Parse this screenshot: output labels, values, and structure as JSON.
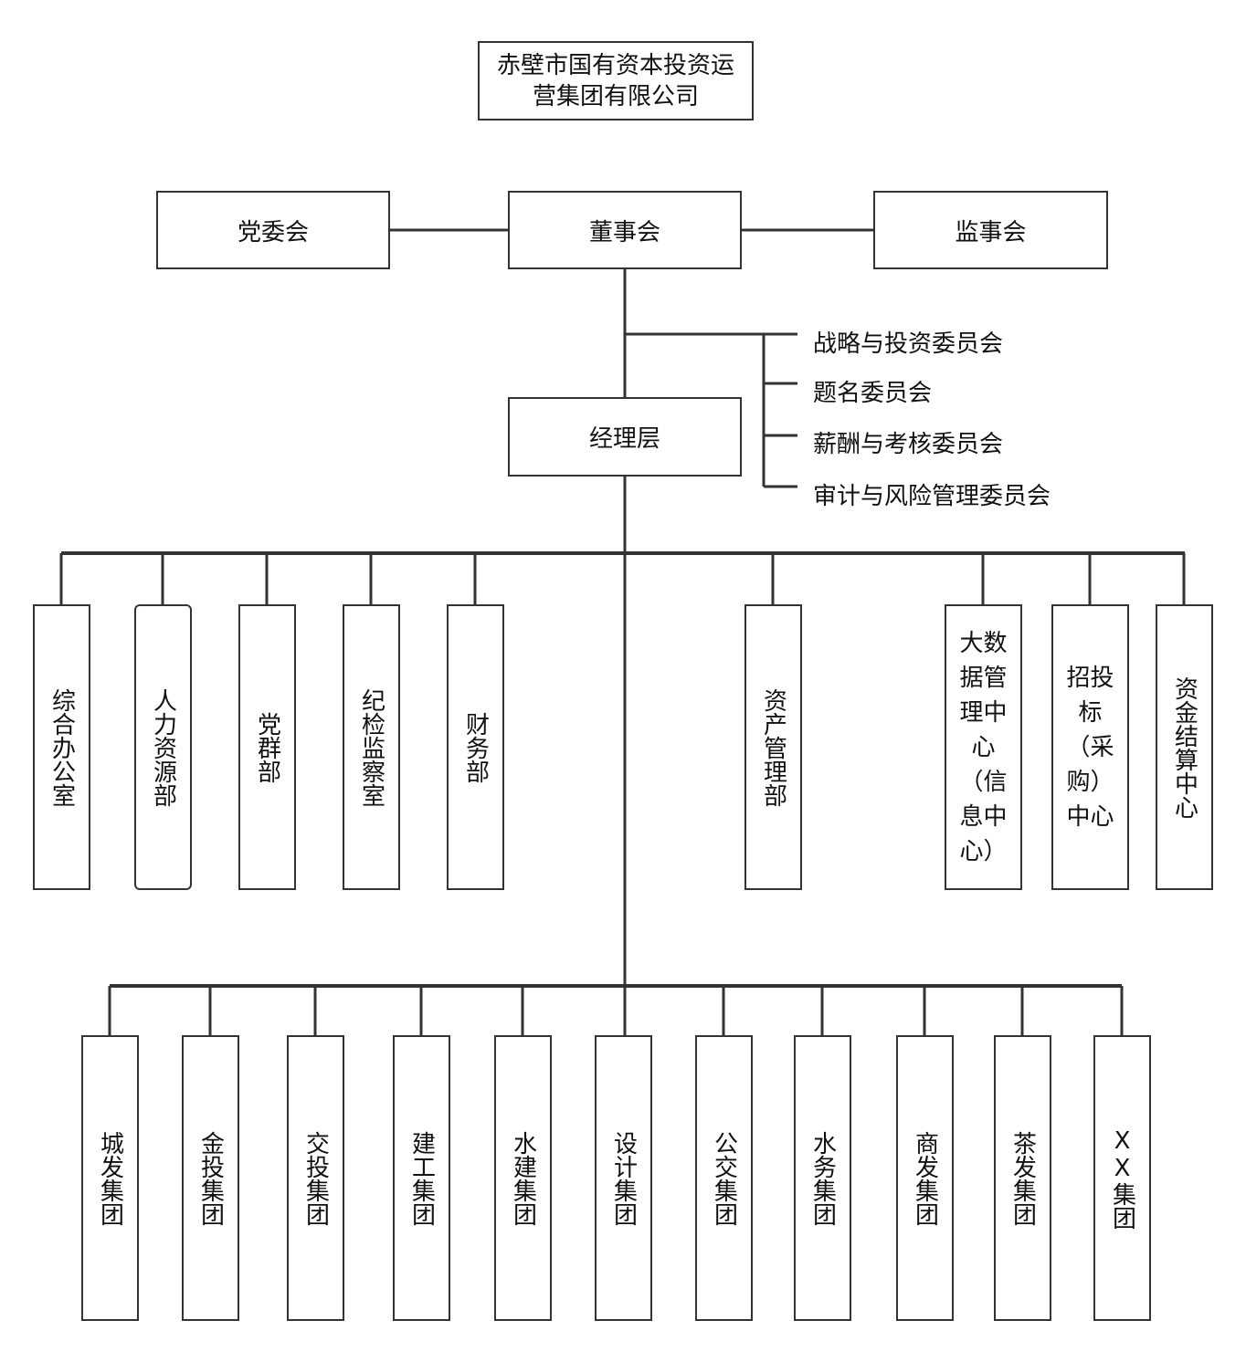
{
  "title": "赤壁市国有资本投资运\n营集团有限公司",
  "top_row": {
    "party": "党委会",
    "board": "董事会",
    "supervisory": "监事会"
  },
  "committees": [
    "战略与投资委员会",
    "题名委员会",
    "薪酬与考核委员会",
    "审计与风险管理委员会"
  ],
  "management": "经理层",
  "departments": [
    "综合办公室",
    "人力资源部",
    "党群部",
    "纪检监察室",
    "财务部",
    "资产管理部"
  ],
  "centers": {
    "bigdata": [
      "大数",
      "据管",
      "理中",
      "心",
      "（信",
      "息中",
      "心）"
    ],
    "bidding": [
      "招投",
      "标",
      "（采",
      "购）",
      "中心"
    ],
    "settlement": "资金结算中心"
  },
  "groups": [
    "城发集团",
    "金投集团",
    "交投集团",
    "建工集团",
    "水建集团",
    "设计集团",
    "公交集团",
    "水务集团",
    "商发集团",
    "茶发集团",
    "XX集团"
  ]
}
